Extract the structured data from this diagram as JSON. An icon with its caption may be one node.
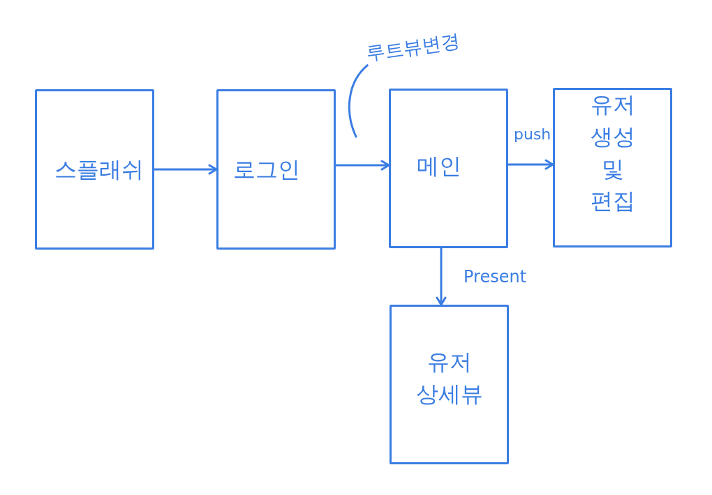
{
  "diagram": {
    "nodes": [
      {
        "text": [
          "스플래쉬"
        ]
      },
      {
        "text": [
          "로그인"
        ]
      },
      {
        "text": [
          "메인"
        ]
      },
      {
        "text": [
          "유저 생성 및 편집"
        ]
      },
      {
        "text": [
          "유저 상세뷰"
        ]
      },
      {
        "text": [
          "루트뷰변경"
        ]
      }
    ],
    "edges": [
      {
        "from": 0,
        "to": 1,
        "arrow": "to"
      },
      {
        "from": 1,
        "to": 2,
        "arrow": "to"
      },
      {
        "from": 2,
        "to": 3,
        "arrow": "to",
        "label": "push"
      },
      {
        "from": 2,
        "to": 4,
        "arrow": "to",
        "label": "Present"
      },
      {
        "from": 5,
        "to": null,
        "arrow": "none"
      }
    ]
  }
}
